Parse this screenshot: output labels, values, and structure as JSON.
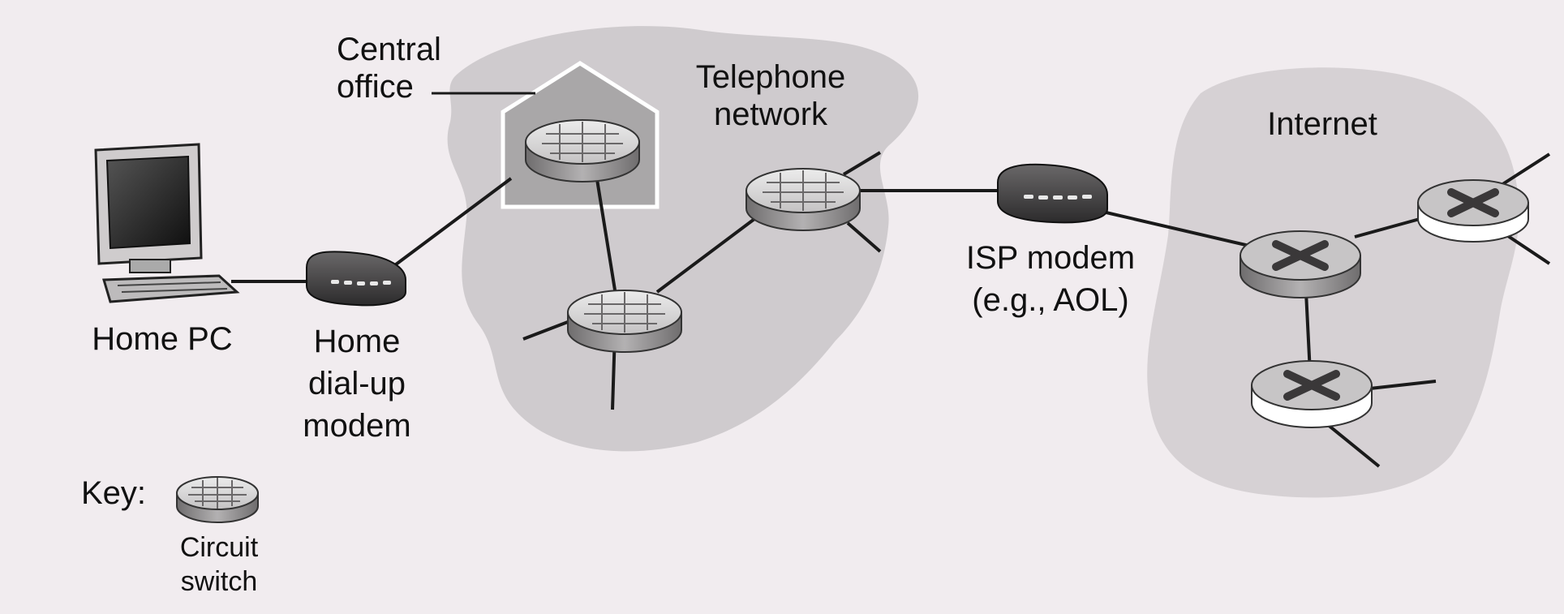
{
  "labels": {
    "central_office": [
      "Central",
      "office"
    ],
    "telephone_network": [
      "Telephone",
      "network"
    ],
    "internet": "Internet",
    "home_pc": "Home PC",
    "home_modem": [
      "Home",
      "dial-up",
      "modem"
    ],
    "isp_modem": [
      "ISP modem",
      "(e.g., AOL)"
    ],
    "key_title": "Key:",
    "key_item": [
      "Circuit",
      "switch"
    ]
  },
  "colors": {
    "background": "#f1ecef",
    "cloud": "#c9c6c8",
    "house": "#a9a7a8",
    "switch_top": "#d6d4d5",
    "switch_side": "#8f8d8e",
    "line": "#1a1a1a"
  }
}
